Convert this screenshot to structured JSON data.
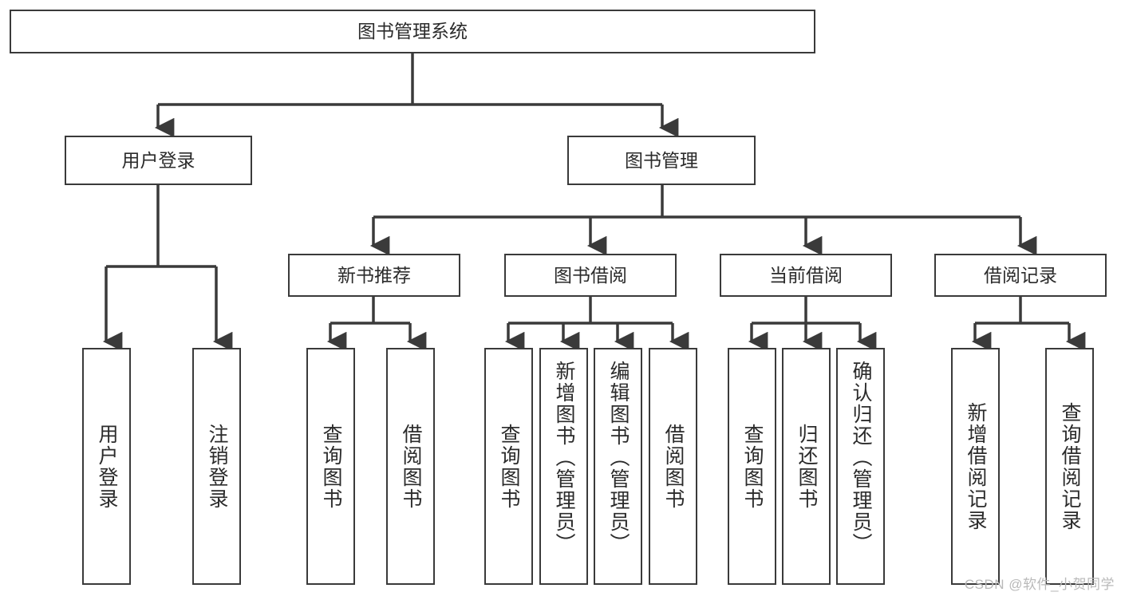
{
  "diagram": {
    "title": "图书管理系统",
    "type": "tree-hierarchy-diagram",
    "colors": {
      "box_border": "#3a3a3a",
      "box_fill": "#ffffff",
      "connector": "#3a3a3a",
      "text": "#2b2b2b",
      "watermark": "#b9b9b9",
      "background": "#ffffff"
    }
  },
  "root": {
    "label": "图书管理系统"
  },
  "level2": [
    {
      "label": "用户登录"
    },
    {
      "label": "图书管理"
    }
  ],
  "level3": [
    {
      "label": "新书推荐"
    },
    {
      "label": "图书借阅"
    },
    {
      "label": "当前借阅"
    },
    {
      "label": "借阅记录"
    }
  ],
  "leaves": {
    "user_login": [
      {
        "label": "用户登录"
      },
      {
        "label": "注销登录"
      }
    ],
    "new_book": [
      {
        "label": "查询图书"
      },
      {
        "label": "借阅图书"
      }
    ],
    "book_borrow": [
      {
        "label": "查询图书"
      },
      {
        "label": "新增图书（管理员）"
      },
      {
        "label": "编辑图书（管理员）"
      },
      {
        "label": "借阅图书"
      }
    ],
    "current_borrow": [
      {
        "label": "查询图书"
      },
      {
        "label": "归还图书"
      },
      {
        "label": "确认归还（管理员）"
      }
    ],
    "borrow_record": [
      {
        "label": "新增借阅记录"
      },
      {
        "label": "查询借阅记录"
      }
    ]
  },
  "watermark": {
    "text": "CSDN @软件_小贺同学"
  }
}
